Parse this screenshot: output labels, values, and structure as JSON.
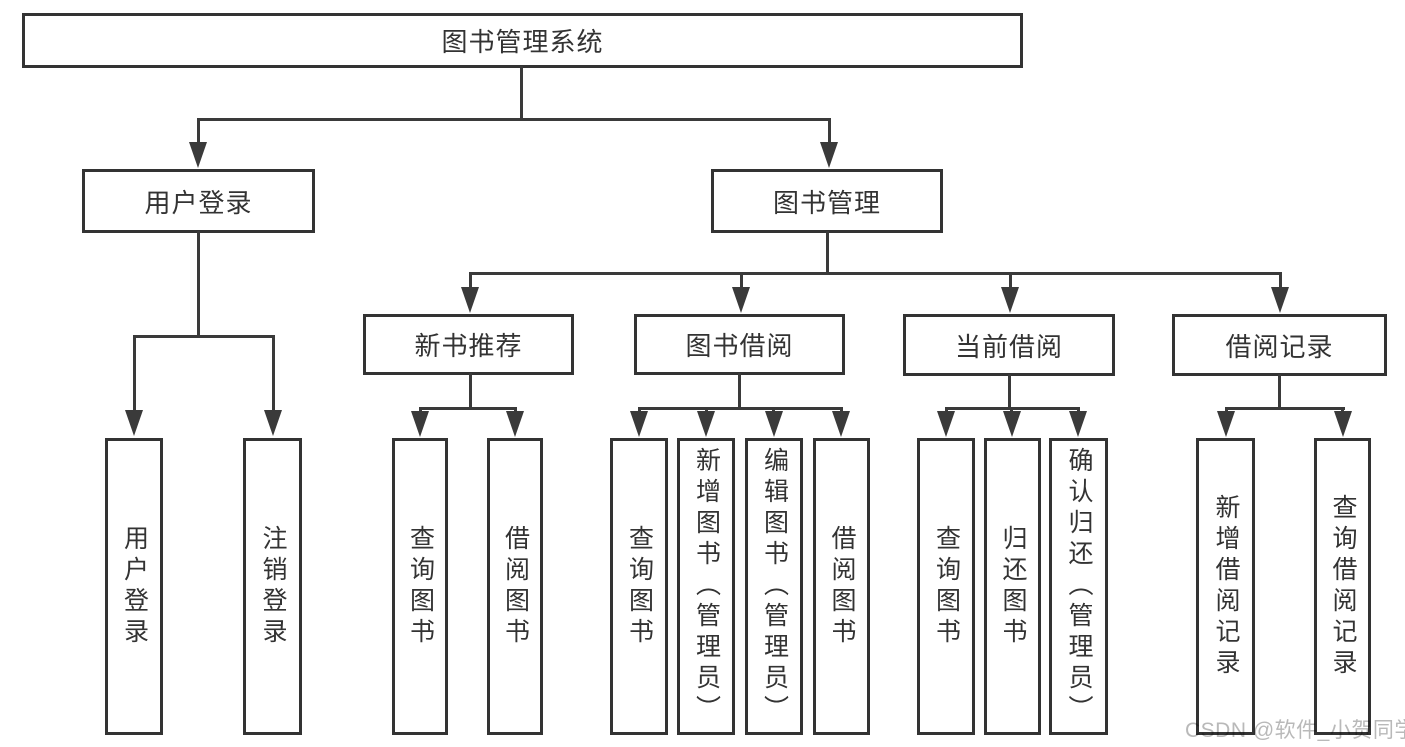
{
  "diagram": {
    "root": {
      "label": "图书管理系统"
    },
    "level1": [
      {
        "label": "用户登录"
      },
      {
        "label": "图书管理"
      }
    ],
    "level2": [
      {
        "label": "新书推荐"
      },
      {
        "label": "图书借阅"
      },
      {
        "label": "当前借阅"
      },
      {
        "label": "借阅记录"
      }
    ],
    "leaves": {
      "login": [
        "用户登录",
        "注销登录"
      ],
      "new_books": [
        "查询图书",
        "借阅图书"
      ],
      "borrow": [
        "查询图书",
        "新增图书（管理员）",
        "编辑图书（管理员）",
        "借阅图书"
      ],
      "current": [
        "查询图书",
        "归还图书",
        "确认归还（管理员）"
      ],
      "records": [
        "新增借阅记录",
        "查询借阅记录"
      ]
    }
  },
  "watermark": "CSDN @软件_小贺同学",
  "colors": {
    "line": "#3a3a3a",
    "text": "#333333",
    "watermark": "#b9b9b9"
  }
}
